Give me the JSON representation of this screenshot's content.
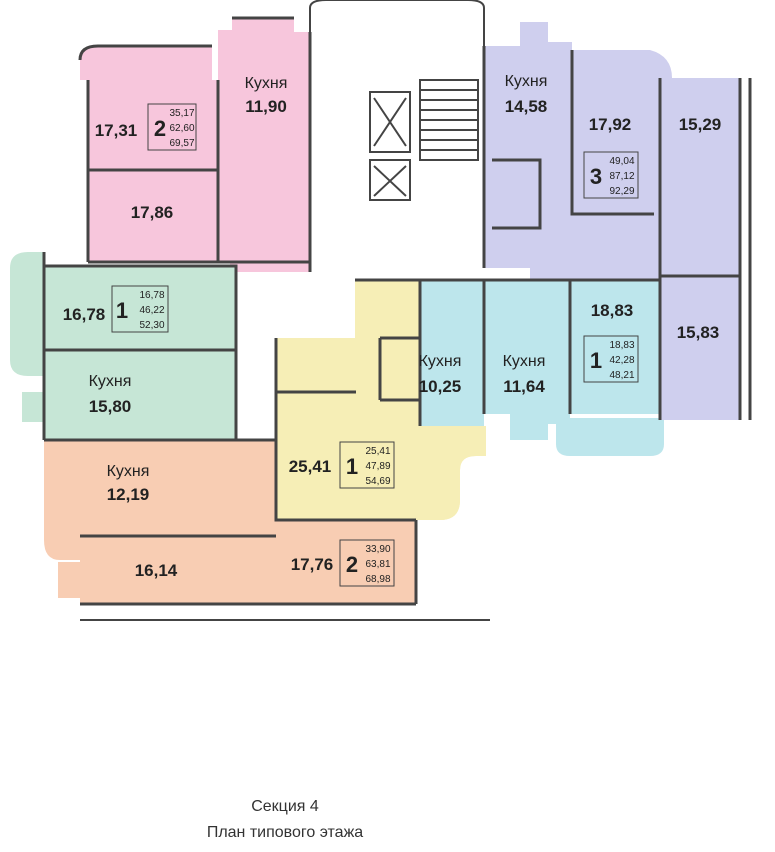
{
  "caption": {
    "line1": "Секция 4",
    "line2": "План типового этажа"
  },
  "colors": {
    "pink": "#f7c6dc",
    "green": "#c6e6d6",
    "orange": "#f8cdb3",
    "yellow": "#f6eeb6",
    "cyan": "#bde6ec",
    "lavender": "#cfcfee",
    "wall": "#444444"
  },
  "apartments": [
    {
      "id": "apt-2-pink",
      "rooms_label": "2",
      "areas": [
        "35,17",
        "62,60",
        "69,57"
      ],
      "rooms": [
        {
          "name": "",
          "area": "17,31"
        },
        {
          "name": "Кухня",
          "area": "11,90"
        },
        {
          "name": "",
          "area": "17,86"
        }
      ]
    },
    {
      "id": "apt-1-green",
      "rooms_label": "1",
      "areas": [
        "16,78",
        "46,22",
        "52,30"
      ],
      "rooms": [
        {
          "name": "",
          "area": "16,78"
        },
        {
          "name": "Кухня",
          "area": "15,80"
        }
      ]
    },
    {
      "id": "apt-2-orange",
      "rooms_label": "2",
      "areas": [
        "33,90",
        "63,81",
        "68,98"
      ],
      "rooms": [
        {
          "name": "Кухня",
          "area": "12,19"
        },
        {
          "name": "",
          "area": "16,14"
        },
        {
          "name": "",
          "area": "17,76"
        }
      ]
    },
    {
      "id": "apt-1-yellow",
      "rooms_label": "1",
      "areas": [
        "25,41",
        "47,89",
        "54,69"
      ],
      "rooms": [
        {
          "name": "Кухня",
          "area": "10,25"
        },
        {
          "name": "",
          "area": "25,41"
        }
      ]
    },
    {
      "id": "apt-1-cyan",
      "rooms_label": "1",
      "areas": [
        "18,83",
        "42,28",
        "48,21"
      ],
      "rooms": [
        {
          "name": "Кухня",
          "area": "11,64"
        },
        {
          "name": "",
          "area": "18,83"
        }
      ]
    },
    {
      "id": "apt-3-lavender",
      "rooms_label": "3",
      "areas": [
        "49,04",
        "87,12",
        "92,29"
      ],
      "rooms": [
        {
          "name": "Кухня",
          "area": "14,58"
        },
        {
          "name": "",
          "area": "17,92"
        },
        {
          "name": "",
          "area": "15,29"
        },
        {
          "name": "",
          "area": "15,83"
        }
      ]
    }
  ]
}
